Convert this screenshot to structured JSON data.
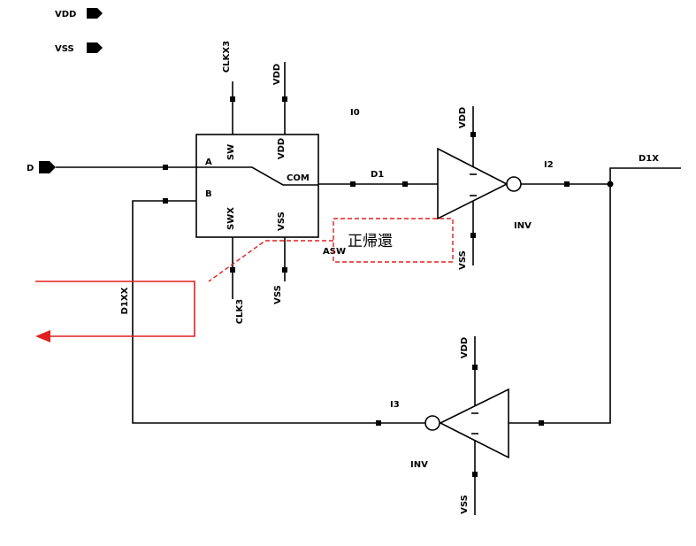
{
  "global_ports": [
    {
      "label": "VDD"
    },
    {
      "label": "VSS"
    }
  ],
  "input_port": {
    "label": "D"
  },
  "switch": {
    "instance": "I0",
    "cell": "ASW",
    "pin_a": "A",
    "pin_b": "B",
    "pin_sw": "SW",
    "pin_swx": "SWX",
    "pin_vdd": "VDD",
    "pin_vss": "VSS",
    "pin_com": "COM"
  },
  "nets": {
    "sw_top": "CLKX3",
    "sw_vdd": "VDD",
    "sw_bottom": "CLK3",
    "sw_vss": "VSS",
    "d1": "D1",
    "d1x": "D1X",
    "d1xx": "D1XX"
  },
  "inverters": [
    {
      "instance": "I2",
      "cell": "INV",
      "vdd": "VDD",
      "vss": "VSS"
    },
    {
      "instance": "I3",
      "cell": "INV",
      "vdd": "VDD",
      "vss": "VSS"
    }
  ],
  "annotation": {
    "text": "正帰還"
  },
  "colors": {
    "wire": "#000000",
    "annotation": "#e02020",
    "background": "#ffffff"
  }
}
